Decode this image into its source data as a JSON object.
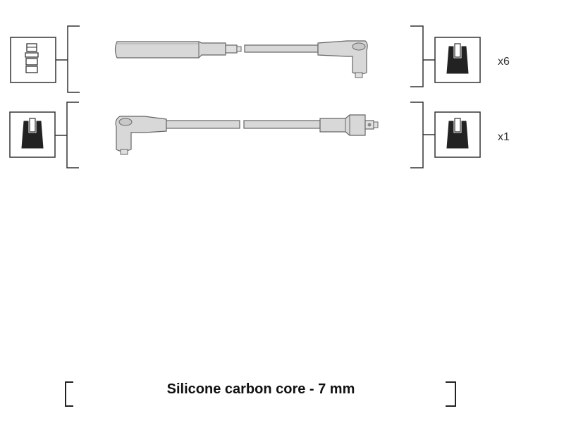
{
  "colors": {
    "line": "#333333",
    "cable_fill": "#d8d8d8",
    "cable_stroke": "#666666",
    "connector_fill": "#222222"
  },
  "rows": [
    {
      "left_connector_icon": "straight-plug-icon",
      "right_connector_icon": "socket-clip-icon",
      "quantity": "x6"
    },
    {
      "left_connector_icon": "socket-clip-icon",
      "right_connector_icon": "socket-clip-icon",
      "quantity": "x1"
    }
  ],
  "spec": {
    "label": "Silicone carbon core - 7 mm"
  }
}
